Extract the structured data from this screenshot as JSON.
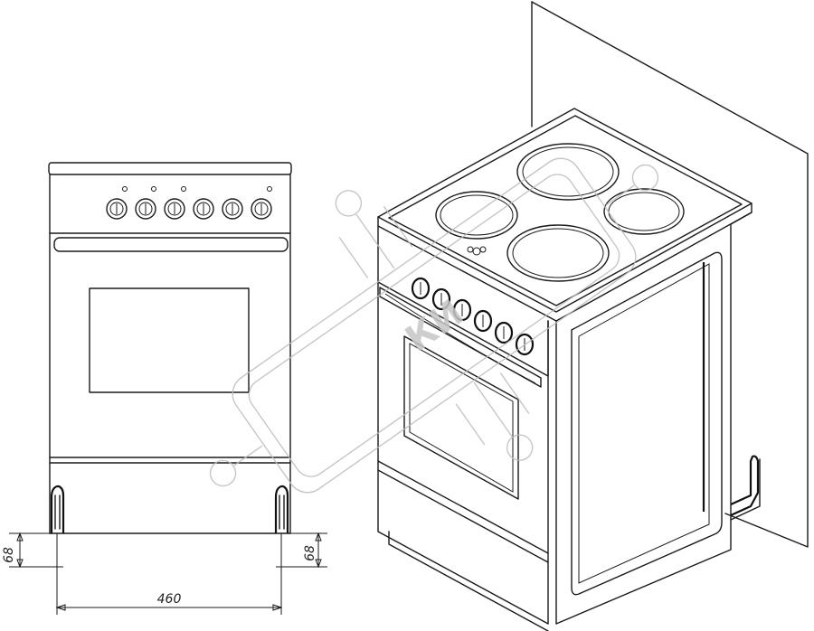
{
  "drawing": {
    "dimensions": {
      "foot_height_left": "68",
      "foot_height_right": "68",
      "foot_spacing": "460"
    },
    "watermark": {
      "text": "КИ"
    }
  }
}
